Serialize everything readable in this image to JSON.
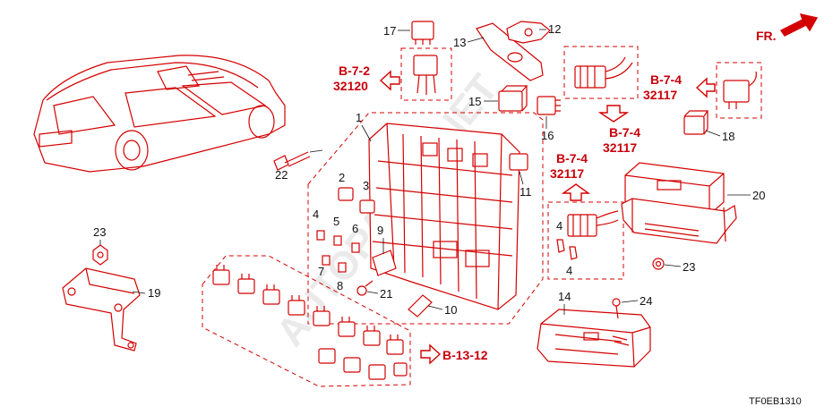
{
  "diagram": {
    "callouts": [
      "1",
      "2",
      "3",
      "4",
      "5",
      "6",
      "7",
      "8",
      "9",
      "10",
      "11",
      "12",
      "13",
      "14",
      "15",
      "16",
      "17",
      "18",
      "19",
      "20",
      "21",
      "22",
      "23",
      "24"
    ],
    "duplicates": {
      "four_b": "4",
      "four_c": "4",
      "twentythree_b": "23"
    },
    "references": {
      "b72": {
        "code": "B-7-2",
        "part": "32120"
      },
      "b74_top": {
        "code": "B-7-4",
        "part": "32117"
      },
      "b74_mid": {
        "code": "B-7-4",
        "part": "32117"
      },
      "b74_left": {
        "code": "B-7-4",
        "part": "32117"
      },
      "b1312": {
        "code": "B-13-12"
      }
    },
    "direction_label": "FR.",
    "diagram_code": "TF0EB1310",
    "watermark": "AUTOPARTS NET",
    "colors": {
      "line": "#d40000",
      "ref_text": "#c8000a",
      "label": "#111111"
    }
  }
}
